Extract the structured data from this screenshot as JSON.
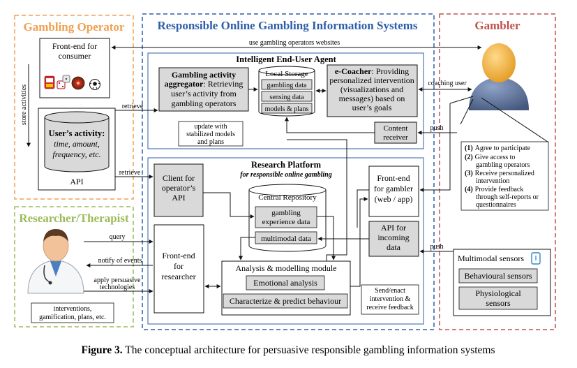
{
  "panels": {
    "operator": {
      "title": "Gambling Operator",
      "color": "#F0A050"
    },
    "systems": {
      "title": "Responsible Online Gambling Information Systems",
      "color": "#2E5EA8"
    },
    "gambler": {
      "title": "Gambler",
      "color": "#C0504D"
    },
    "researcher": {
      "title": "Researcher/Therapist",
      "color": "#9BBB59"
    }
  },
  "operator": {
    "frontend_line1": "Front-end for",
    "frontend_line2": "consumer",
    "store_activities": "store activities",
    "db_title": "User’s activity:",
    "db_line1": "time, amount,",
    "db_line2": "frequency, etc.",
    "api": "API"
  },
  "agent": {
    "title": "Intelligent End-User Agent",
    "aggregator_title1": "Gambling activity",
    "aggregator_title2": "aggregator",
    "aggregator_line1": ": Retrieving",
    "aggregator_line2": "user’s activity from",
    "aggregator_line3": "gambling operators",
    "storage_title": "Local Storage",
    "storage_items": [
      "gambling data",
      "sensing data",
      "models & plans"
    ],
    "coach_title": "e-Coacher",
    "coach_line1": ": Providing",
    "coach_line2": "personalized intervention",
    "coach_line3": "(visualizations and",
    "coach_line4": "messages) based on",
    "coach_line5": "user’s goals",
    "content_line1": "Content",
    "content_line2": "receiver",
    "update_line1": "update with",
    "update_line2": "stabilized models",
    "update_line3": "and plans"
  },
  "platform": {
    "title": "Research Platform",
    "subtitle": "for responsible online gambling",
    "client_line1": "Client for",
    "client_line2": "operator’s",
    "client_line3": "API",
    "repo_title": "Central Repository",
    "repo_item1_line1": "gambling",
    "repo_item1_line2": "experience data",
    "repo_item2": "multimodal data",
    "fe_gambler_line1": "Front-end",
    "fe_gambler_line2": "for gambler",
    "fe_gambler_line3": "(web / app)",
    "api_in_line1": "API for",
    "api_in_line2": "incoming",
    "api_in_line3": "data",
    "fe_res_line1": "Front-end",
    "fe_res_line2": "for",
    "fe_res_line3": "researcher",
    "analysis_title": "Analysis & modelling module",
    "analysis_item1": "Emotional analysis",
    "analysis_item2": "Characterize & predict behaviour",
    "send_line1": "Send/enact",
    "send_line2": "intervention &",
    "send_line3": "receive feedback"
  },
  "gambler": {
    "steps": [
      {
        "num": "(1)",
        "lines": [
          "Agree to participate"
        ]
      },
      {
        "num": "(2)",
        "lines": [
          "Give access to",
          "gambling operators"
        ]
      },
      {
        "num": "(3)",
        "lines": [
          "Receive personalized",
          "intervention"
        ]
      },
      {
        "num": "(4)",
        "lines": [
          "Provide feedback",
          "through self-reports or",
          "questionnaires"
        ]
      }
    ],
    "sensors_title": "Multimodal sensors",
    "sensor1": "Behavioural sensors",
    "sensor2_line1": "Physiological",
    "sensor2_line2": "sensors"
  },
  "researcher": {
    "tech_line1": "interventions,",
    "tech_line2": "gamification, plans, etc."
  },
  "arrows": {
    "websites": "use gambling operators websites",
    "retrieve1": "retrieve",
    "retrieve2": "retrieve",
    "coaching": "coaching user",
    "push1": "push",
    "push2": "push",
    "query": "query",
    "notify": "notify of events",
    "persuasive_line1": "apply persuasive",
    "persuasive_line2": "technologies"
  },
  "caption": {
    "label": "Figure 3.",
    "text": " The conceptual architecture for persuasive responsible gambling information systems"
  },
  "colors": {
    "gray_box": "#D9D9D9",
    "system_blue": "#2E5EA8"
  },
  "icons": [
    "slot-machine-icon",
    "dice-icon",
    "roulette-icon",
    "soccer-ball-icon",
    "gambler-avatar-icon",
    "doctor-avatar-icon",
    "phone-sensor-icon"
  ]
}
